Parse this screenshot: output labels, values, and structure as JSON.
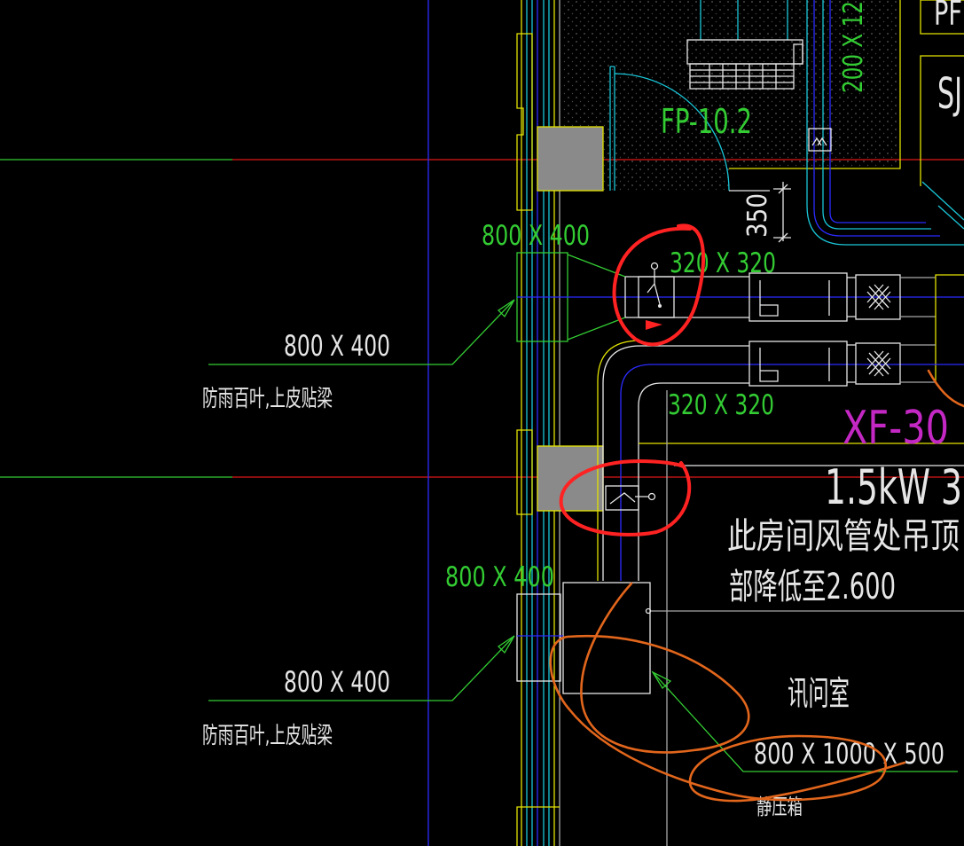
{
  "drawing": {
    "top_room": {
      "fan_coil_tag": "FP-10.2",
      "pipe_size": "200 X 12",
      "dimension": "350",
      "room_tag_pf": "PF",
      "room_tag_sj": "SJ"
    },
    "upper_louver": {
      "duct_size_label": "800 X 400",
      "leader_size": "800 X 400",
      "note": "防雨百叶,上皮贴梁"
    },
    "upper_duct": {
      "size": "320 X 320"
    },
    "lower_duct": {
      "size": "320 X 320"
    },
    "fan": {
      "tag": "XF-30",
      "power": "1.5kW 3"
    },
    "ceiling_note": {
      "line1": "此房间风管处吊顶",
      "line2": "部降低至2.600"
    },
    "lower_louver": {
      "duct_size_label": "800 X 400",
      "leader_size": "800 X 400",
      "note": "防雨百叶,上皮贴梁"
    },
    "room_name": "讯问室",
    "static_box": {
      "size": "800 X 1000 X 500",
      "name": "静压箱"
    }
  }
}
